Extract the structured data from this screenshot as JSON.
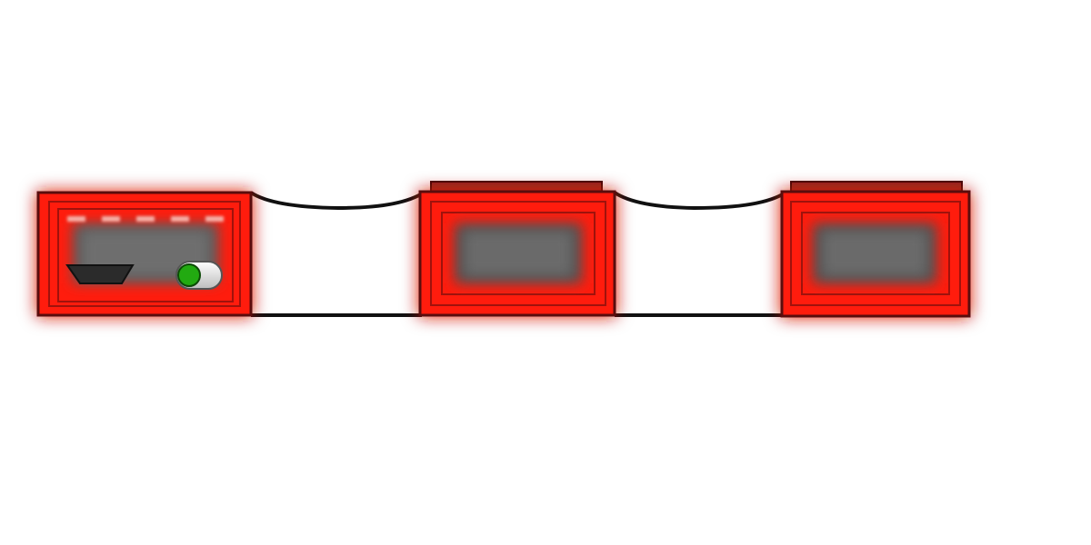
{
  "colors": {
    "background": "#ffffff",
    "module_red": "#ff1a0d",
    "module_border": "#7a0d0d",
    "screen_gray": "#6e6e6e",
    "led_green": "#22aa11",
    "cable": "#111111"
  },
  "modules": [
    {
      "kind": "main-unit",
      "icons": [
        "connector-port-icon",
        "power-toggle-icon"
      ],
      "indicator_slots": 5
    },
    {
      "kind": "extension-unit",
      "icons": []
    },
    {
      "kind": "extension-unit",
      "icons": []
    }
  ],
  "power_toggle": {
    "state": "on"
  }
}
